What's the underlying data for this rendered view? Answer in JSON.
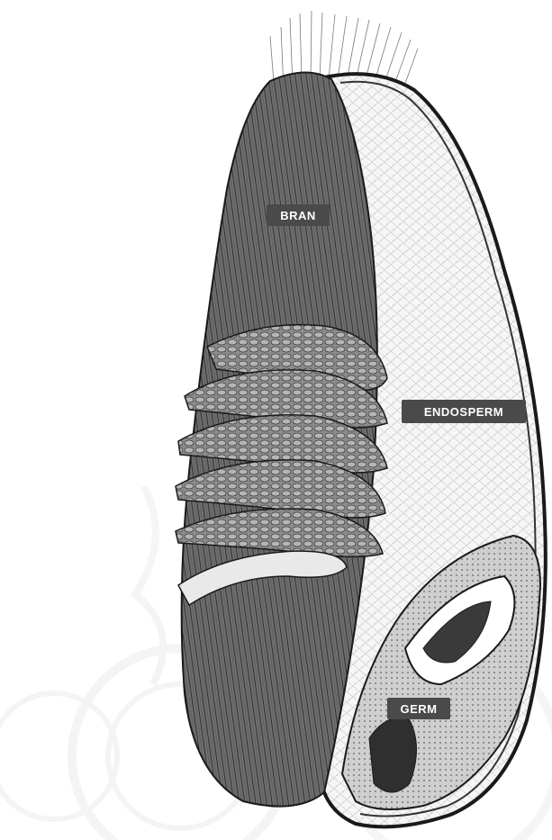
{
  "diagram": {
    "labels": {
      "bran": "BRAN",
      "endosperm": "ENDOSPERM",
      "germ": "GERM"
    },
    "colors": {
      "background": "#ffffff",
      "bran_fill": "#6e6e6e",
      "bran_stripe": "#2b2b2b",
      "endosperm_fill": "#f4f4f4",
      "seed_coat": "#1a1a1a",
      "germ_fill": "#bdbdbd",
      "label_box": "#4a4a4a",
      "label_text": "#ffffff",
      "watermark": "#ececec"
    }
  }
}
